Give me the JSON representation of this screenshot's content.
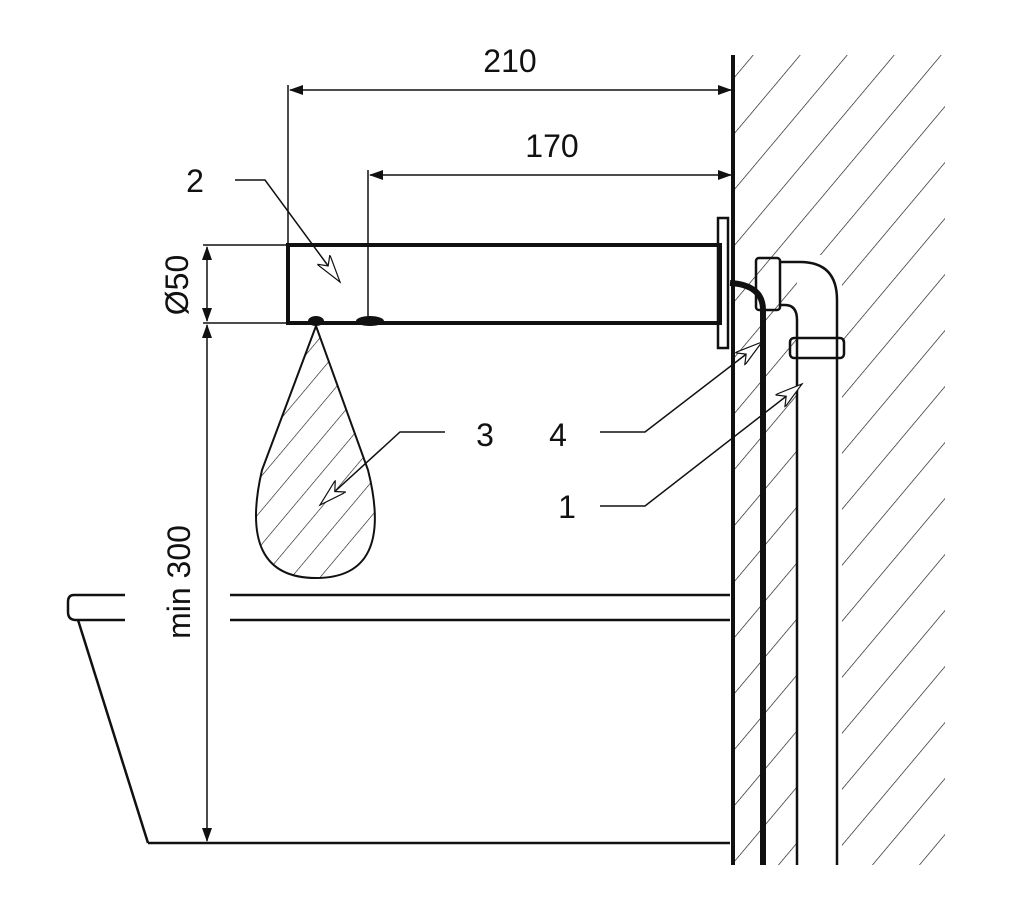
{
  "dimensions": {
    "total_length": "210",
    "spout_length": "170",
    "diameter": "Ø50",
    "min_height": "min 300"
  },
  "callouts": [
    "1",
    "2",
    "3",
    "4"
  ],
  "colors": {
    "line": "#111111",
    "background": "#ffffff"
  }
}
